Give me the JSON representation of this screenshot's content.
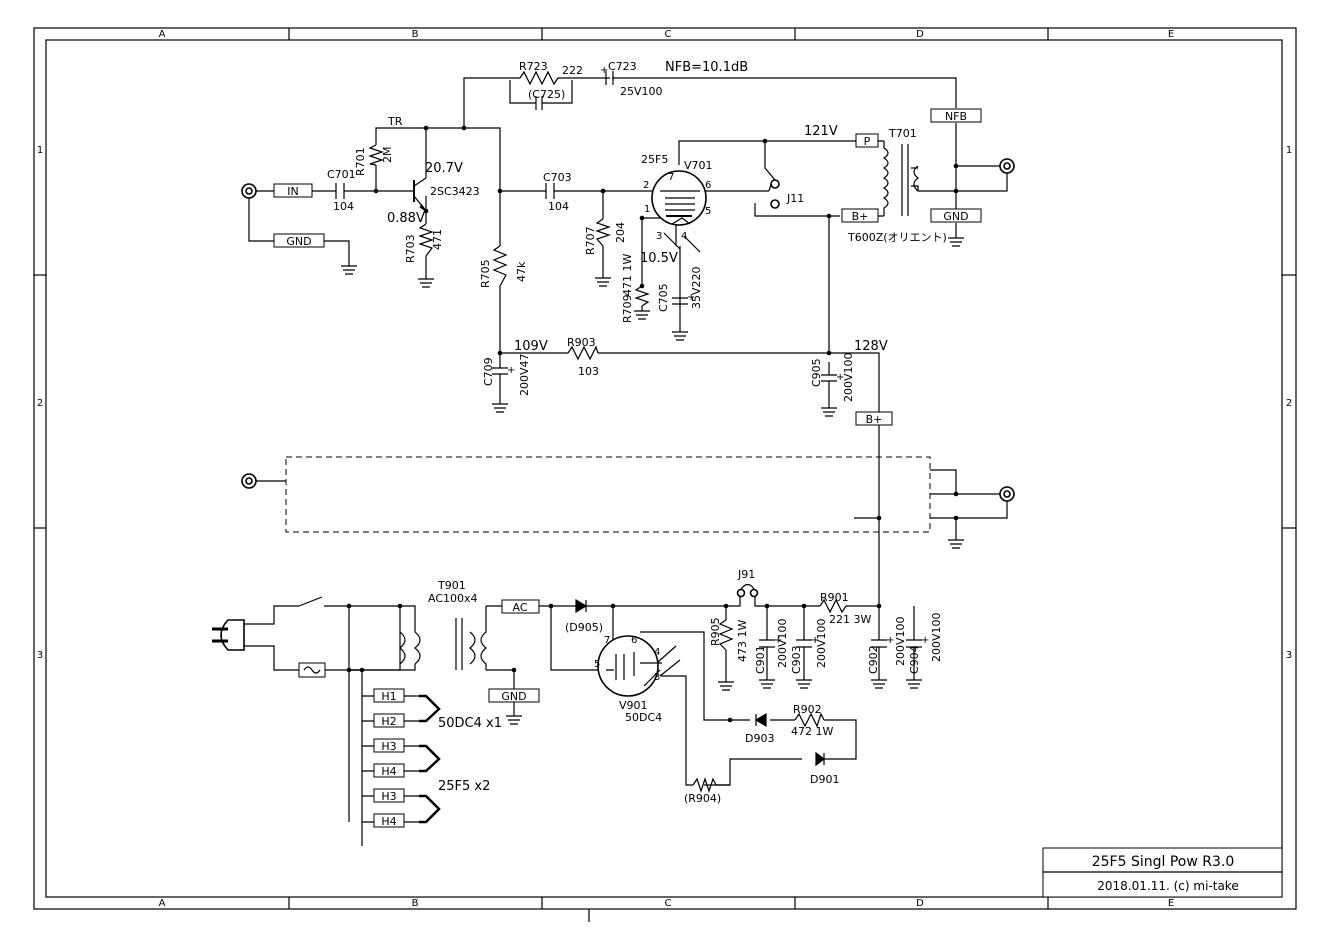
{
  "frame": {
    "columns": [
      "A",
      "B",
      "C",
      "D",
      "E"
    ],
    "rows": [
      "1",
      "2",
      "3"
    ]
  },
  "title_block": {
    "title": "25F5 Singl Pow  R3.0",
    "date_credit": "2018.01.11.  (c) mi-take"
  },
  "ports": {
    "in": "IN",
    "gnd": "GND",
    "nfb": "NFB",
    "gnd_out": "GND",
    "p": "P",
    "bplus_t": "B+",
    "bplus_mid": "B+",
    "ac": "AC",
    "gnd_ac": "GND",
    "h1": "H1",
    "h2": "H2",
    "h3a": "H3",
    "h4a": "H4",
    "h3b": "H3",
    "h4b": "H4"
  },
  "labels": {
    "r723": "R723",
    "v222": "222",
    "c725": "(C725)",
    "c723": "C723",
    "c723_val": "25V100",
    "nfb_db": "NFB=10.1dB",
    "r701": "R701",
    "r701_val": "2M",
    "tr": "TR",
    "v20_7": "20.7V",
    "tr_part": "2SC3423",
    "c701": "C701",
    "c701_val": "104",
    "v0_88": "0.88V",
    "r703": "R703",
    "r703_val": "471",
    "r705": "R705",
    "r705_val": "47k",
    "c703": "C703",
    "c703_val": "104",
    "tube_type": "25F5",
    "v701": "V701",
    "pin7": "7",
    "pin2": "2",
    "pin6": "6",
    "pin1": "1",
    "pin5": "5",
    "pin3": "3",
    "pin4": "4",
    "r707": "R707",
    "r707_val": "204",
    "v10_5": "10.5V",
    "r709": "R709",
    "r709_val": "471 1W",
    "c705": "C705",
    "c705_val": "35V220",
    "v121": "121V",
    "t701": "T701",
    "j11": "J11",
    "t600z": "T600Z(オリエント)",
    "v109": "109V",
    "r903": "R903",
    "r903_val": "103",
    "c709": "C709",
    "c709_val": "200V47",
    "v128": "128V",
    "c905": "C905",
    "c905_val": "200V100",
    "t901": "T901",
    "t901_val": "AC100x4",
    "d905": "(D905)",
    "j91": "J91",
    "r901": "R901",
    "r901_val": "221 3W",
    "r905": "R905",
    "r905_val": "473 1W",
    "c901": "C901",
    "c901_val": "200V100",
    "c903": "C903",
    "c903_val": "200V100",
    "c902": "C902",
    "c902_val": "200V100",
    "c904": "C904",
    "c904_val": "200V100",
    "v901": "V901",
    "v901_type": "50DC4",
    "vp7": "7",
    "vp6": "6",
    "vp5": "5",
    "vp4": "4",
    "vp3": "3",
    "d903": "D903",
    "r902": "R902",
    "r902_val": "472  1W",
    "d901": "D901",
    "r904": "(R904)",
    "heater1": "50DC4 x1",
    "heater2": "25F5 x2"
  }
}
